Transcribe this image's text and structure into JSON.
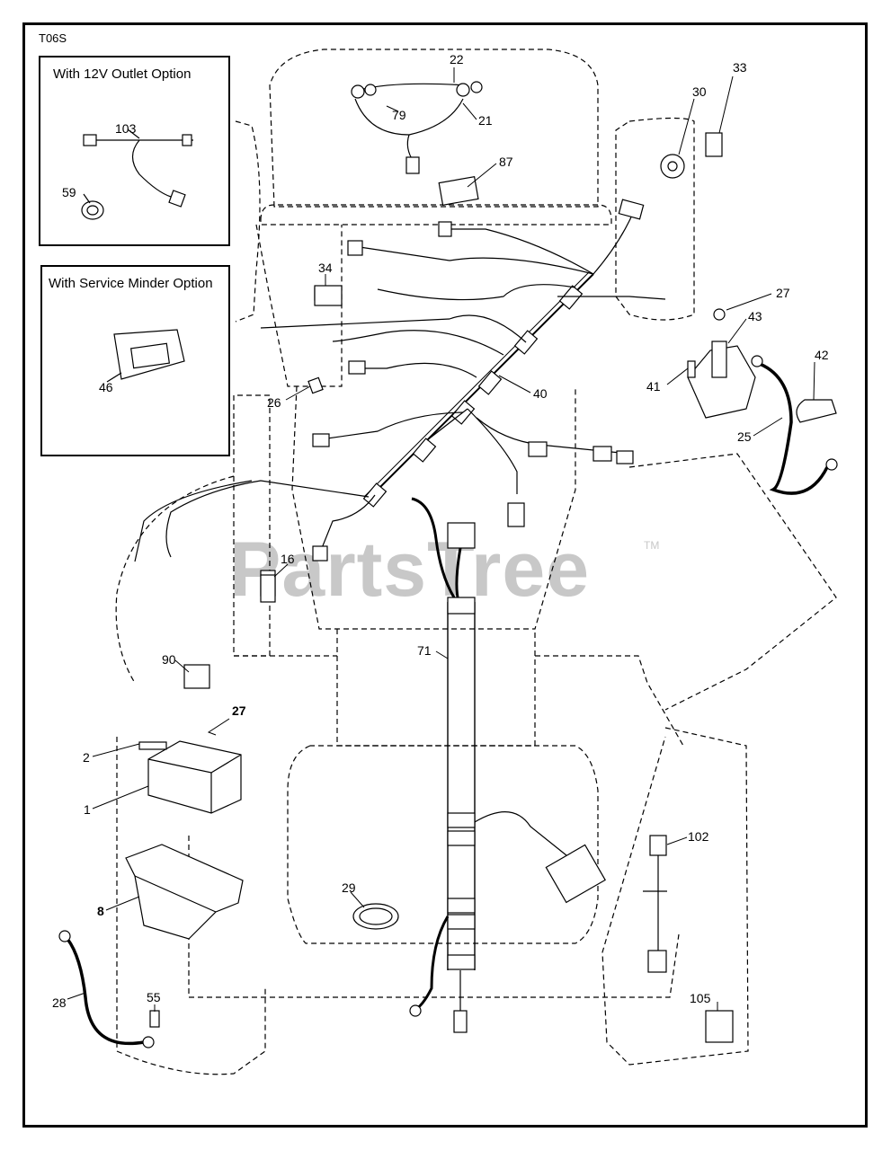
{
  "diagram_code": "T06S",
  "insets": {
    "outlet_option": {
      "title": "With 12V Outlet Option",
      "parts": [
        "103",
        "59"
      ]
    },
    "service_minder": {
      "title": "With Service Minder Option",
      "parts": [
        "46"
      ]
    }
  },
  "callouts": {
    "c22": "22",
    "c21": "21",
    "c79": "79",
    "c87": "87",
    "c33": "33",
    "c30": "30",
    "c34": "34",
    "c27a": "27",
    "c43": "43",
    "c42": "42",
    "c41": "41",
    "c25": "25",
    "c40": "40",
    "c26": "26",
    "c16": "16",
    "c71": "71",
    "c90": "90",
    "c27b": "27",
    "c2": "2",
    "c1": "1",
    "c8": "8",
    "c29": "29",
    "c102": "102",
    "c28": "28",
    "c55": "55",
    "c105": "105",
    "c103": "103",
    "c59": "59",
    "c46": "46"
  },
  "watermark": {
    "text": "PartsTree",
    "trademark": "TM"
  },
  "colors": {
    "line": "#000000",
    "watermark": "#c8c8c8",
    "background": "#ffffff"
  }
}
